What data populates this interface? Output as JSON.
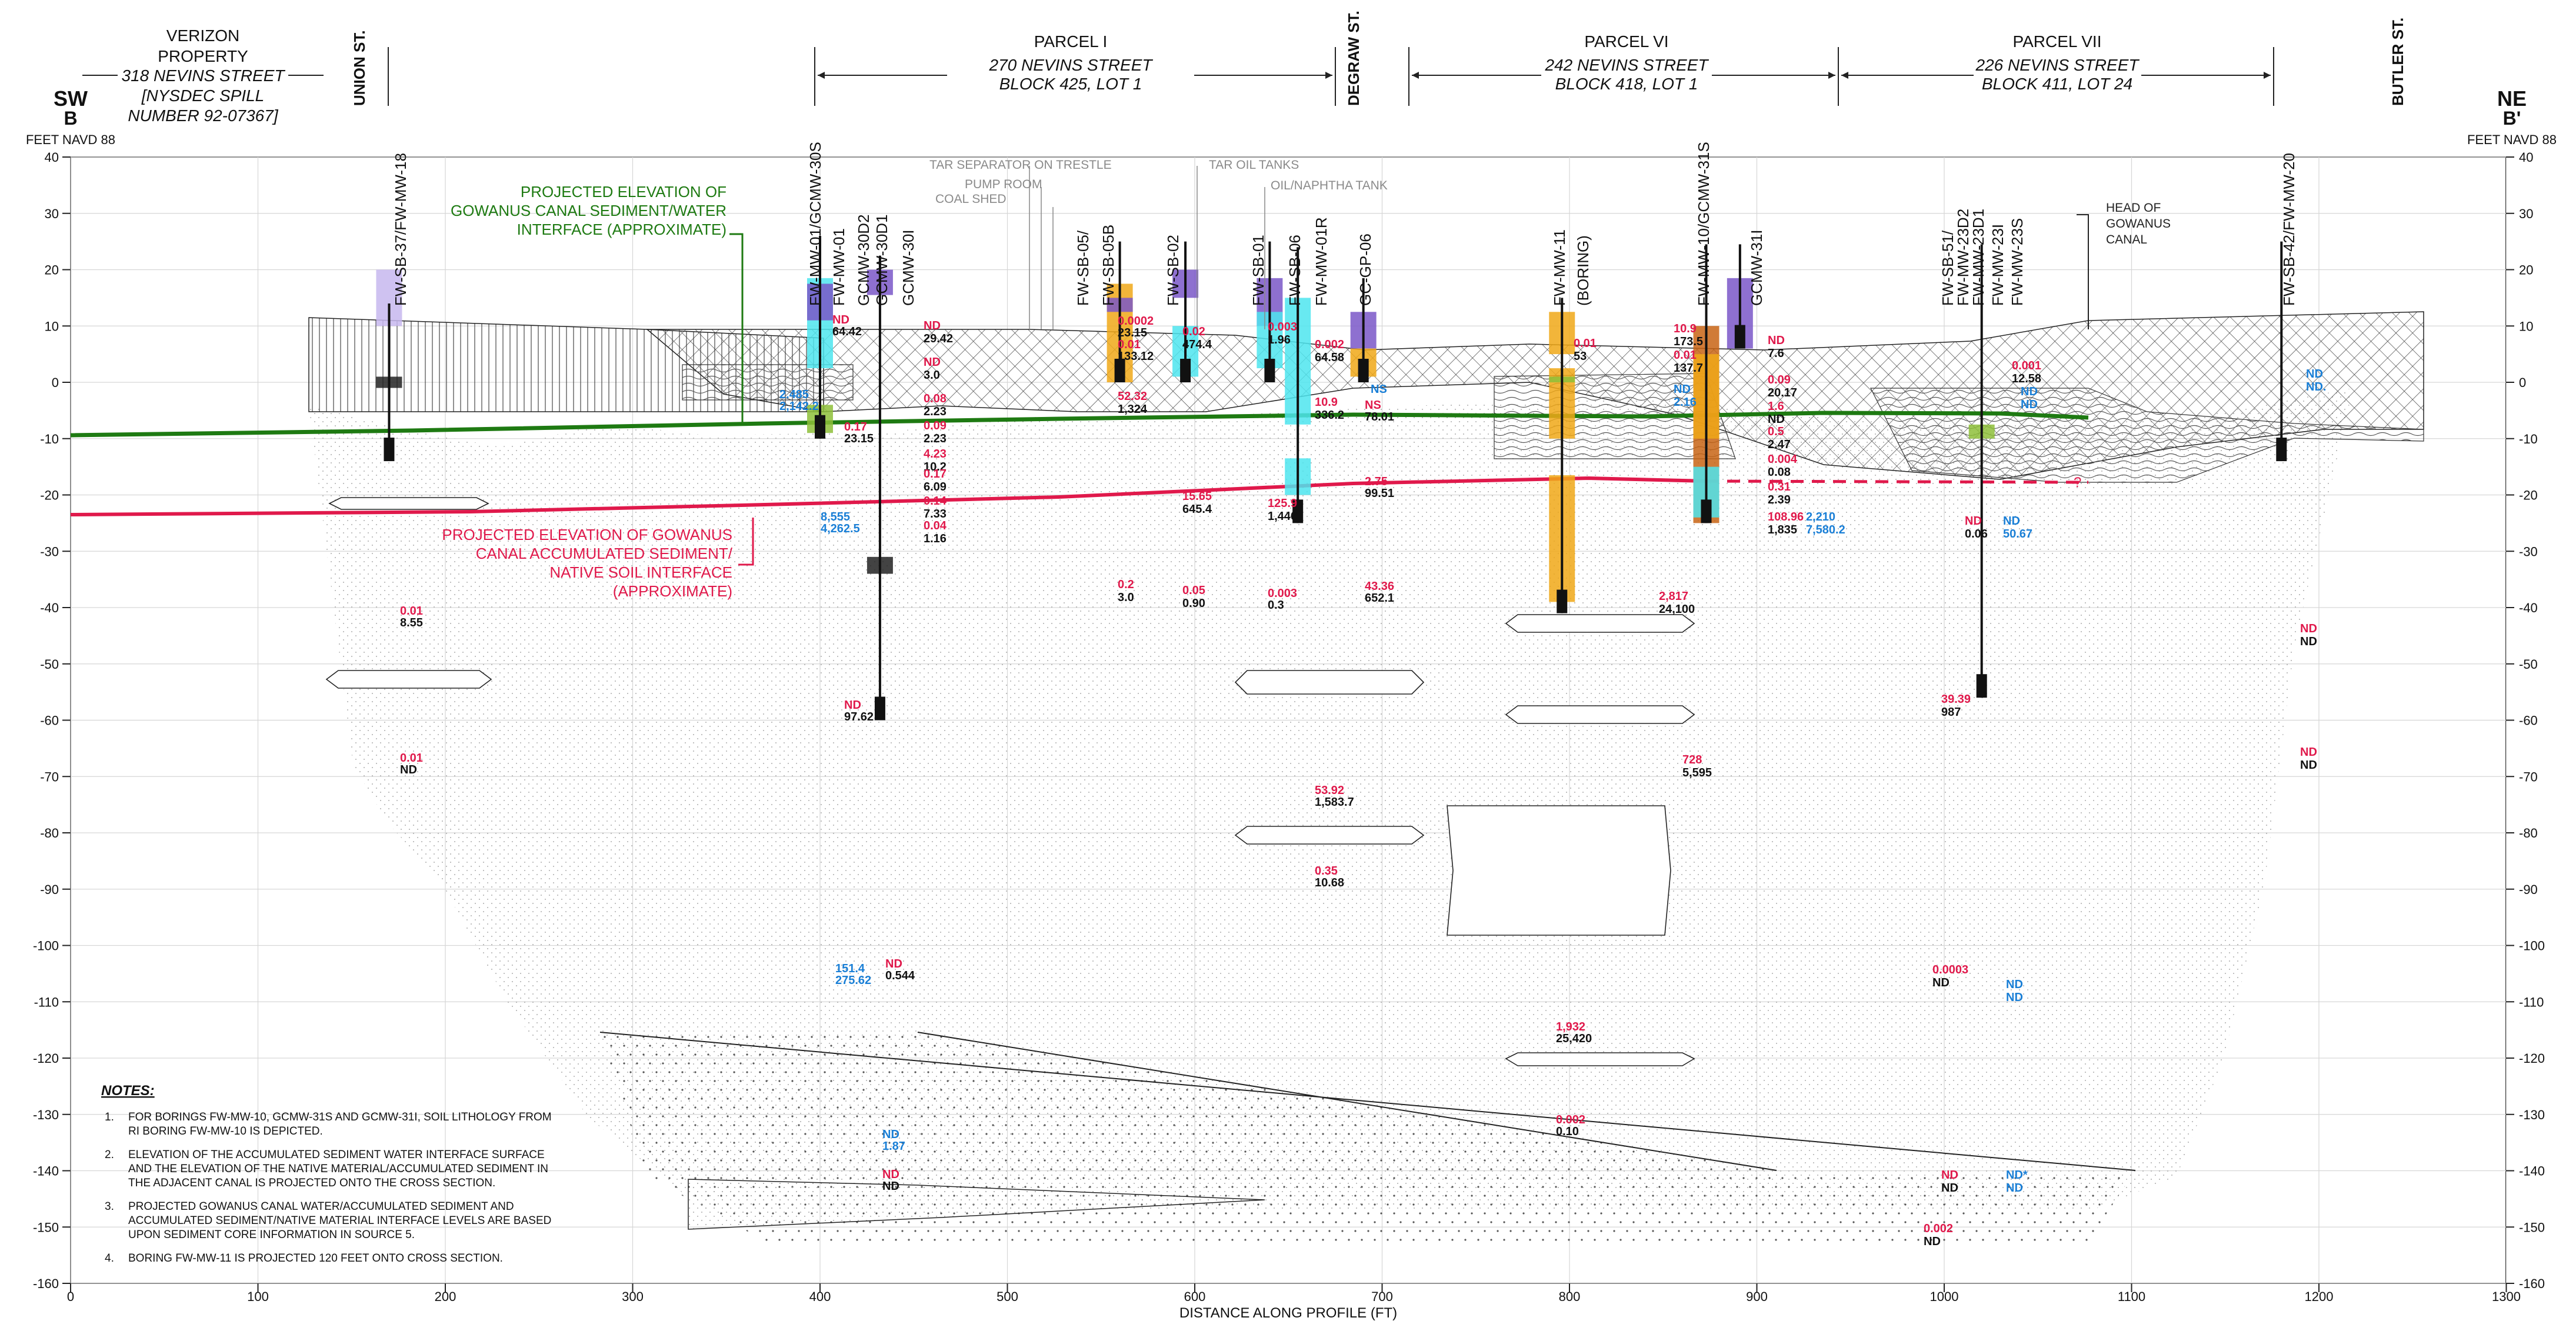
{
  "header": {
    "left": {
      "b": "B",
      "sw": "SW",
      "units": "FEET NAVD 88"
    },
    "right": {
      "b": "B'",
      "ne": "NE",
      "units": "FEET NAVD 88"
    },
    "verizon": [
      "VERIZON",
      "PROPERTY",
      "318 NEVINS STREET",
      "[NYSDEC SPILL",
      "NUMBER 92-07367]"
    ],
    "streets": {
      "union": "UNION ST.",
      "degraw": "DEGRAW ST.",
      "butler": "BUTLER ST."
    },
    "parcels": [
      {
        "name": "PARCEL I",
        "addr": "270 NEVINS STREET",
        "block": "BLOCK 425, LOT 1"
      },
      {
        "name": "PARCEL VI",
        "addr": "242 NEVINS STREET",
        "block": "BLOCK 418, LOT 1"
      },
      {
        "name": "PARCEL VII",
        "addr": "226 NEVINS STREET",
        "block": "BLOCK 411, LOT 24"
      }
    ]
  },
  "axes": {
    "xlabel": "DISTANCE ALONG PROFILE (FT)",
    "xticks": [
      "0",
      "100",
      "200",
      "300",
      "400",
      "500",
      "600",
      "700",
      "800",
      "900",
      "1000",
      "1100",
      "1200",
      "1300"
    ],
    "yticks": [
      "40",
      "30",
      "20",
      "10",
      "0",
      "-10",
      "-20",
      "-30",
      "-40",
      "-50",
      "-60",
      "-70",
      "-80",
      "-90",
      "-100",
      "-110",
      "-120",
      "-130",
      "-140",
      "-150",
      "-160"
    ]
  },
  "annotations": {
    "sediment_water": [
      "PROJECTED ELEVATION OF",
      "GOWANUS CANAL SEDIMENT/WATER",
      "INTERFACE (APPROXIMATE)"
    ],
    "sediment_native": [
      "PROJECTED ELEVATION OF GOWANUS",
      "CANAL ACCUMULATED SEDIMENT/",
      "NATIVE SOIL INTERFACE",
      "(APPROXIMATE)"
    ],
    "head": [
      "HEAD OF",
      "GOWANUS",
      "CANAL"
    ],
    "structures": [
      "TAR SEPARATOR ON TRESTLE",
      "PUMP ROOM",
      "COAL SHED",
      "TAR OIL TANKS",
      "OIL/NAPHTHA TANK"
    ],
    "question": "?"
  },
  "borings": [
    {
      "label": "FW-SB-37/FW-MW-18"
    },
    {
      "label": "FW-MW-01/GCMW-30S"
    },
    {
      "label": "FW-MW-01"
    },
    {
      "label": "GCMW-30D2"
    },
    {
      "label": "GCMW-30D1"
    },
    {
      "label": "GCMW-30I"
    },
    {
      "label": "FW-SB-05/"
    },
    {
      "label": "FW-SB-05B"
    },
    {
      "label": "FW-SB-02"
    },
    {
      "label": "FW-SB-01"
    },
    {
      "label": "FW-SB-06"
    },
    {
      "label": "FW-MW-01R"
    },
    {
      "label": "GC-GP-06"
    },
    {
      "label": "FW-MW-11"
    },
    {
      "label": "(BORING)"
    },
    {
      "label": "FW-MW-10/GCMW-31S"
    },
    {
      "label": "GCMW-31I"
    },
    {
      "label": "FW-SB-51/"
    },
    {
      "label": "FW-MW-23D2"
    },
    {
      "label": "FW-MW-23D1"
    },
    {
      "label": "FW-MW-23I"
    },
    {
      "label": "FW-MW-23S"
    },
    {
      "label": "FW-SB-42/FW-MW-20"
    }
  ],
  "sample_values": [
    {
      "text": "0.01",
      "c": "red"
    },
    {
      "text": "8.55",
      "c": "black"
    },
    {
      "text": "0.01",
      "c": "red"
    },
    {
      "text": "ND",
      "c": "black"
    },
    {
      "text": "ND",
      "c": "red"
    },
    {
      "text": "64.42",
      "c": "black"
    },
    {
      "text": "0.17",
      "c": "red"
    },
    {
      "text": "23.15",
      "c": "black"
    },
    {
      "text": "2.485",
      "c": "blue"
    },
    {
      "text": "2,142.2",
      "c": "blue"
    },
    {
      "text": "8,555",
      "c": "blue"
    },
    {
      "text": "4,262.5",
      "c": "blue"
    },
    {
      "text": "ND",
      "c": "red"
    },
    {
      "text": "29.42",
      "c": "black"
    },
    {
      "text": "ND",
      "c": "red"
    },
    {
      "text": "3.0",
      "c": "black"
    },
    {
      "text": "0.08",
      "c": "red"
    },
    {
      "text": "2.23",
      "c": "black"
    },
    {
      "text": "0.09",
      "c": "red"
    },
    {
      "text": "2.23",
      "c": "black"
    },
    {
      "text": "4.23",
      "c": "red"
    },
    {
      "text": "10.2",
      "c": "black"
    },
    {
      "text": "0.17",
      "c": "red"
    },
    {
      "text": "6.09",
      "c": "black"
    },
    {
      "text": "0.14",
      "c": "red"
    },
    {
      "text": "7.33",
      "c": "black"
    },
    {
      "text": "0.04",
      "c": "red"
    },
    {
      "text": "1.16",
      "c": "black"
    },
    {
      "text": "ND",
      "c": "red"
    },
    {
      "text": "97.62",
      "c": "black"
    },
    {
      "text": "151.4",
      "c": "blue"
    },
    {
      "text": "275.62",
      "c": "blue"
    },
    {
      "text": "ND",
      "c": "red"
    },
    {
      "text": "0.544",
      "c": "black"
    },
    {
      "text": "ND",
      "c": "blue"
    },
    {
      "text": "1.87",
      "c": "blue"
    },
    {
      "text": "ND",
      "c": "red"
    },
    {
      "text": "ND",
      "c": "black"
    },
    {
      "text": "0.0002",
      "c": "red"
    },
    {
      "text": "23.15",
      "c": "black"
    },
    {
      "text": "0.01",
      "c": "red"
    },
    {
      "text": "133.12",
      "c": "black"
    },
    {
      "text": "52.32",
      "c": "red"
    },
    {
      "text": "1,324",
      "c": "black"
    },
    {
      "text": "0.2",
      "c": "red"
    },
    {
      "text": "3.0",
      "c": "black"
    },
    {
      "text": "0.02",
      "c": "red"
    },
    {
      "text": "474.4",
      "c": "black"
    },
    {
      "text": "15.65",
      "c": "red"
    },
    {
      "text": "645.4",
      "c": "black"
    },
    {
      "text": "0.05",
      "c": "red"
    },
    {
      "text": "0.90",
      "c": "black"
    },
    {
      "text": "0.003",
      "c": "red"
    },
    {
      "text": "1.96",
      "c": "black"
    },
    {
      "text": "125.9",
      "c": "red"
    },
    {
      "text": "1,446",
      "c": "black"
    },
    {
      "text": "0.003",
      "c": "red"
    },
    {
      "text": "0.3",
      "c": "black"
    },
    {
      "text": "0.002",
      "c": "red"
    },
    {
      "text": "64.58",
      "c": "black"
    },
    {
      "text": "10.9",
      "c": "red"
    },
    {
      "text": "336.2",
      "c": "black"
    },
    {
      "text": "53.92",
      "c": "red"
    },
    {
      "text": "1,583.7",
      "c": "black"
    },
    {
      "text": "0.35",
      "c": "red"
    },
    {
      "text": "10.68",
      "c": "black"
    },
    {
      "text": "NS",
      "c": "blue"
    },
    {
      "text": "NS",
      "c": "red"
    },
    {
      "text": "78.01",
      "c": "black"
    },
    {
      "text": "2.75",
      "c": "red"
    },
    {
      "text": "99.51",
      "c": "black"
    },
    {
      "text": "43.36",
      "c": "red"
    },
    {
      "text": "652.1",
      "c": "black"
    },
    {
      "text": "0.01",
      "c": "red"
    },
    {
      "text": "53",
      "c": "black"
    },
    {
      "text": "1,932",
      "c": "red"
    },
    {
      "text": "25,420",
      "c": "black"
    },
    {
      "text": "0.002",
      "c": "red"
    },
    {
      "text": "0.10",
      "c": "black"
    },
    {
      "text": "10.9",
      "c": "red"
    },
    {
      "text": "173.5",
      "c": "black"
    },
    {
      "text": "0.01",
      "c": "red"
    },
    {
      "text": "137.7",
      "c": "black"
    },
    {
      "text": "ND",
      "c": "blue"
    },
    {
      "text": "2.16",
      "c": "blue"
    },
    {
      "text": "ND",
      "c": "red"
    },
    {
      "text": "7.6",
      "c": "black"
    },
    {
      "text": "0.09",
      "c": "red"
    },
    {
      "text": "20.17",
      "c": "black"
    },
    {
      "text": "1.6",
      "c": "red"
    },
    {
      "text": "ND",
      "c": "black"
    },
    {
      "text": "0.5",
      "c": "red"
    },
    {
      "text": "2.47",
      "c": "black"
    },
    {
      "text": "0.004",
      "c": "red"
    },
    {
      "text": "0.08",
      "c": "black"
    },
    {
      "text": "0.31",
      "c": "red"
    },
    {
      "text": "2.39",
      "c": "black"
    },
    {
      "text": "108.96",
      "c": "red"
    },
    {
      "text": "1,835",
      "c": "black"
    },
    {
      "text": "2,210",
      "c": "blue"
    },
    {
      "text": "7,580.2",
      "c": "blue"
    },
    {
      "text": "2,817",
      "c": "red"
    },
    {
      "text": "24,100",
      "c": "black"
    },
    {
      "text": "728",
      "c": "red"
    },
    {
      "text": "5,595",
      "c": "black"
    },
    {
      "text": "0.001",
      "c": "red"
    },
    {
      "text": "12.58",
      "c": "black"
    },
    {
      "text": "ND",
      "c": "blue"
    },
    {
      "text": "ND",
      "c": "blue"
    },
    {
      "text": "ND",
      "c": "red"
    },
    {
      "text": "0.06",
      "c": "black"
    },
    {
      "text": "ND",
      "c": "blue"
    },
    {
      "text": "50.67",
      "c": "blue"
    },
    {
      "text": "39.39",
      "c": "red"
    },
    {
      "text": "987",
      "c": "black"
    },
    {
      "text": "0.0003",
      "c": "red"
    },
    {
      "text": "ND",
      "c": "black"
    },
    {
      "text": "ND",
      "c": "blue"
    },
    {
      "text": "ND",
      "c": "blue"
    },
    {
      "text": "ND",
      "c": "red"
    },
    {
      "text": "ND",
      "c": "black"
    },
    {
      "text": "ND*",
      "c": "blue"
    },
    {
      "text": "ND",
      "c": "blue"
    },
    {
      "text": "0.002",
      "c": "red"
    },
    {
      "text": "ND",
      "c": "black"
    },
    {
      "text": "ND",
      "c": "blue"
    },
    {
      "text": "ND.",
      "c": "blue"
    },
    {
      "text": "ND",
      "c": "red"
    },
    {
      "text": "ND",
      "c": "black"
    },
    {
      "text": "ND",
      "c": "red"
    },
    {
      "text": "ND",
      "c": "black"
    }
  ],
  "notes": {
    "title": "NOTES:",
    "items": [
      {
        "n": "1.",
        "lines": [
          "FOR BORINGS FW-MW-10, GCMW-31S AND GCMW-31I, SOIL LITHOLOGY FROM",
          "RI BORING FW-MW-10 IS DEPICTED."
        ]
      },
      {
        "n": "2.",
        "lines": [
          "ELEVATION OF THE ACCUMULATED SEDIMENT WATER INTERFACE SURFACE",
          "AND THE ELEVATION OF THE NATIVE MATERIAL/ACCUMULATED SEDIMENT IN",
          "THE ADJACENT CANAL IS PROJECTED ONTO THE CROSS SECTION."
        ]
      },
      {
        "n": "3.",
        "lines": [
          "PROJECTED GOWANUS CANAL WATER/ACCUMULATED SEDIMENT AND",
          "ACCUMULATED SEDIMENT/NATIVE MATERIAL INTERFACE LEVELS ARE BASED",
          "UPON SEDIMENT CORE INFORMATION IN SOURCE 5."
        ]
      },
      {
        "n": "4.",
        "lines": [
          "BORING FW-MW-11 IS PROJECTED 120 FEET ONTO CROSS SECTION."
        ]
      }
    ]
  },
  "colors": {
    "sediment_water_line": "#1e7a12",
    "sediment_native_line": "#e0194b",
    "value_red": "#e0194b",
    "value_blue": "#1a7fd6",
    "dnapl_purple": "#7a57c8",
    "cyan": "#4ee5ee",
    "orange": "#f0a818",
    "green": "#8ec03a",
    "brown": "#c86414"
  }
}
